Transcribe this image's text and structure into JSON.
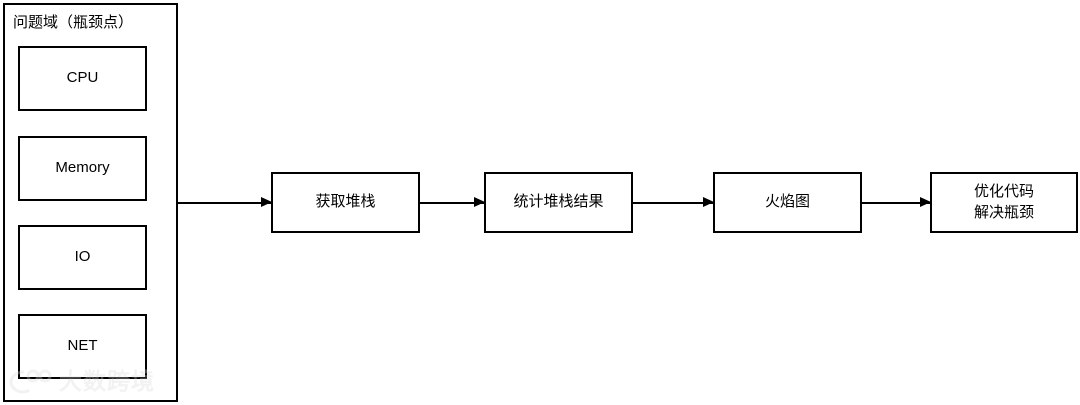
{
  "diagram": {
    "type": "flowchart",
    "background_color": "#ffffff",
    "stroke_color": "#000000",
    "domain_group": {
      "title": "问题域（瓶颈点）",
      "items": [
        {
          "label": "CPU"
        },
        {
          "label": "Memory"
        },
        {
          "label": "IO"
        },
        {
          "label": "NET"
        }
      ]
    },
    "flow_steps": [
      {
        "label": "获取堆栈"
      },
      {
        "label": "统计堆栈结果"
      },
      {
        "label": "火焰图"
      },
      {
        "label": "优化代码\n解决瓶颈"
      }
    ],
    "connectors": [
      {
        "from": "问题域（瓶颈点）",
        "to": "获取堆栈"
      },
      {
        "from": "获取堆栈",
        "to": "统计堆栈结果"
      },
      {
        "from": "统计堆栈结果",
        "to": "火焰图"
      },
      {
        "from": "火焰图",
        "to": "优化代码解决瓶颈"
      }
    ]
  },
  "watermark": {
    "text": "大数跨境",
    "logo_name": "dashukuajing-logo",
    "color": "#d8d8d8"
  }
}
